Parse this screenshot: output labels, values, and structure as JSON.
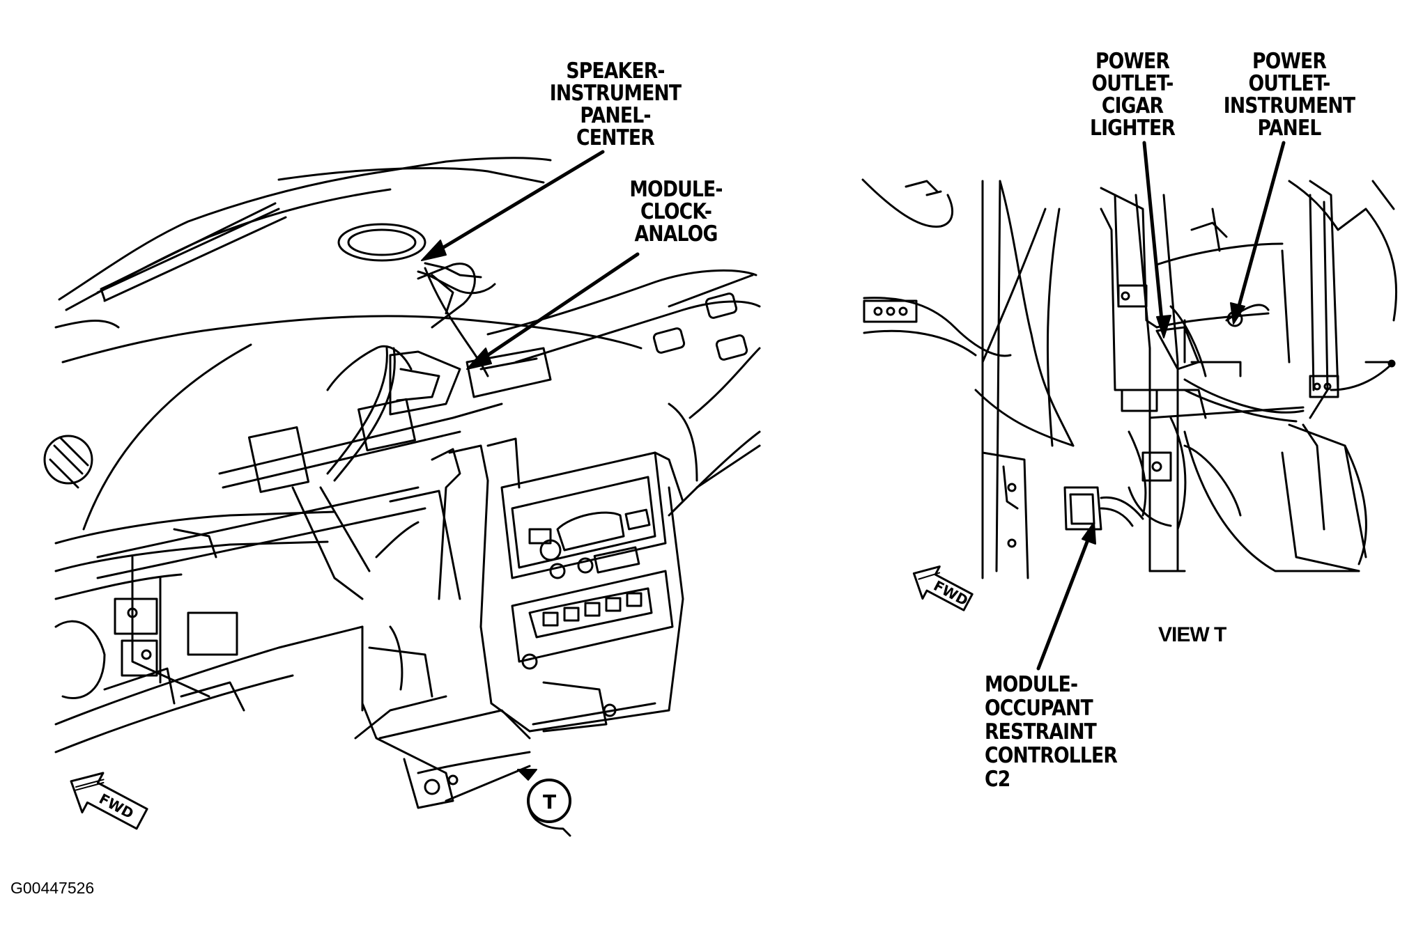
{
  "callouts": {
    "speaker": "SPEAKER-\nINSTRUMENT\nPANEL-\nCENTER",
    "clock": "MODULE-\nCLOCK-\nANALOG",
    "cigar": "POWER\nOUTLET-\nCIGAR\nLIGHTER",
    "outlet_ip": "POWER\nOUTLET-\nINSTRUMENT\nPANEL",
    "orc": "MODULE-\nOCCUPANT\nRESTRAINT\nCONTROLLER\nC2"
  },
  "view_label": "VIEW T",
  "view_marker": "T",
  "fwd_label": "FWD",
  "figure_id": "G00447526"
}
